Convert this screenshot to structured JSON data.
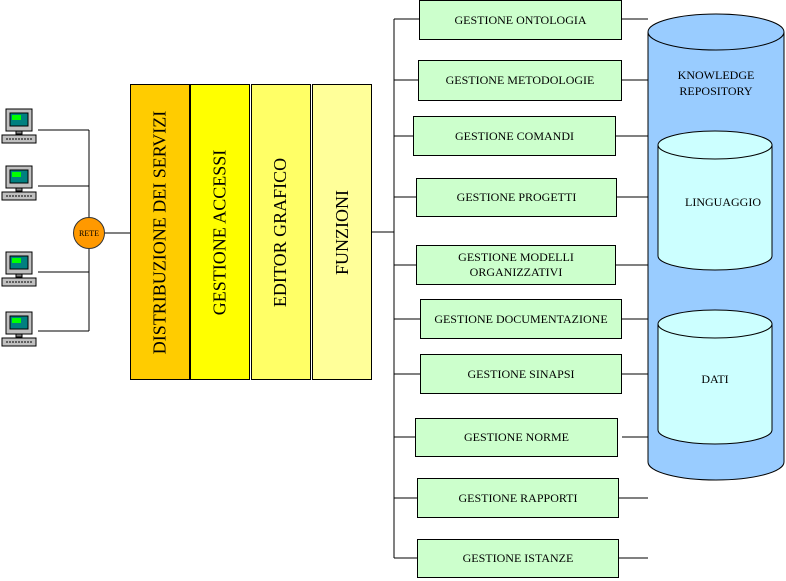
{
  "network": {
    "label": "RETE"
  },
  "computers": [
    {
      "icon": "computer-icon"
    },
    {
      "icon": "computer-icon"
    },
    {
      "icon": "computer-icon"
    },
    {
      "icon": "computer-icon"
    }
  ],
  "layers": [
    {
      "label": "DISTRIBUZIONE DEI SERVIZI",
      "color": "#ffcc00"
    },
    {
      "label": "GESTIONE ACCESSI",
      "color": "#ffff00"
    },
    {
      "label": "EDITOR GRAFICO",
      "color": "#ffff66"
    },
    {
      "label": "FUNZIONI",
      "color": "#ffff99"
    }
  ],
  "functions": [
    "GESTIONE ONTOLOGIA",
    "GESTIONE METODOLOGIE",
    "GESTIONE COMANDI",
    "GESTIONE PROGETTI",
    "GESTIONE MODELLI ORGANIZZATIVI",
    "GESTIONE DOCUMENTAZIONE",
    "GESTIONE SINAPSI",
    "GESTIONE NORME",
    "GESTIONE RAPPORTI",
    "GESTIONE ISTANZE"
  ],
  "repository": {
    "title_line1": "KNOWLEDGE",
    "title_line2": "REPOSITORY",
    "color": "#99ccff",
    "stores": [
      "LINGUAGGIO",
      "DATI"
    ]
  }
}
